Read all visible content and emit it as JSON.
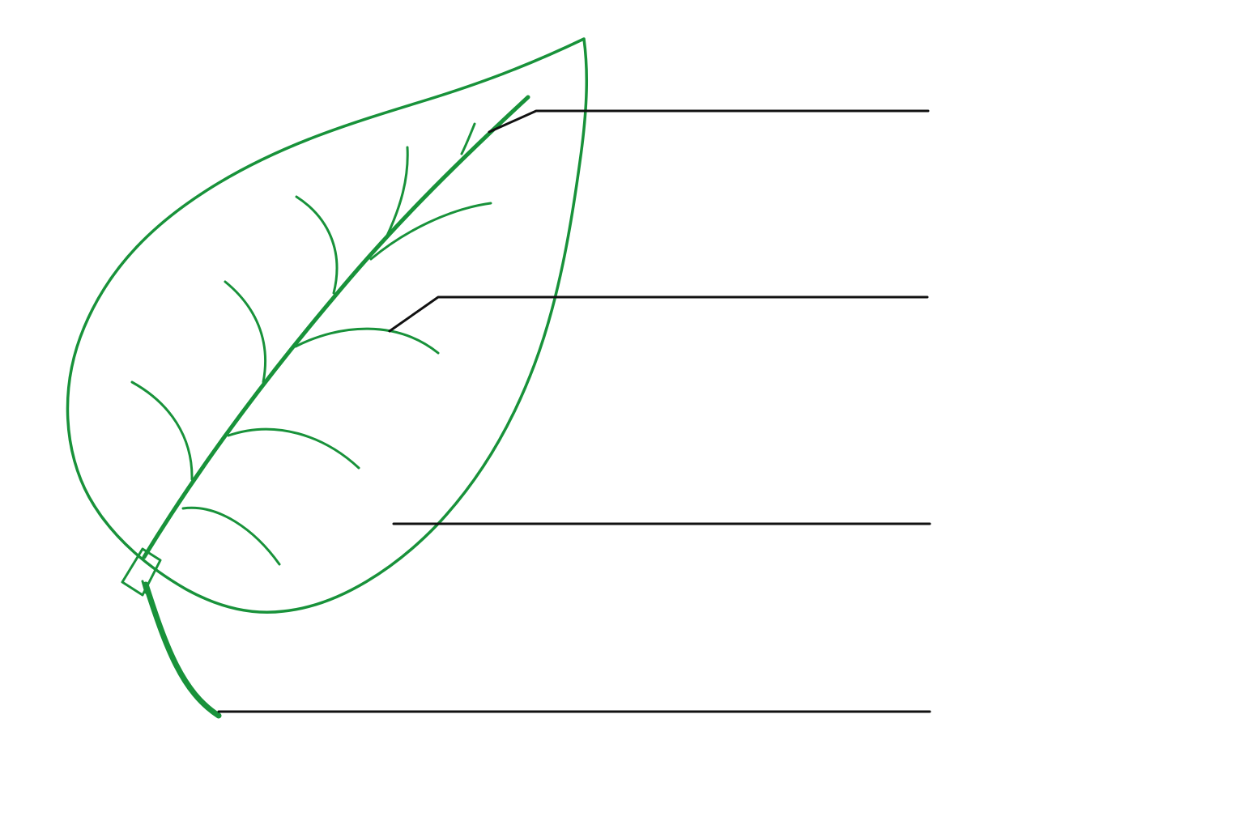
{
  "diagram": {
    "subject": "leaf",
    "colors": {
      "leaf": "#18923a",
      "leader_line": "#111111",
      "background": "#ffffff"
    },
    "labels": [
      {
        "id": "label-1",
        "target": "veinlet",
        "text": ""
      },
      {
        "id": "label-2",
        "target": "vein",
        "text": ""
      },
      {
        "id": "label-3",
        "target": "leaf-blade",
        "text": ""
      },
      {
        "id": "label-4",
        "target": "petiole",
        "text": ""
      }
    ]
  }
}
